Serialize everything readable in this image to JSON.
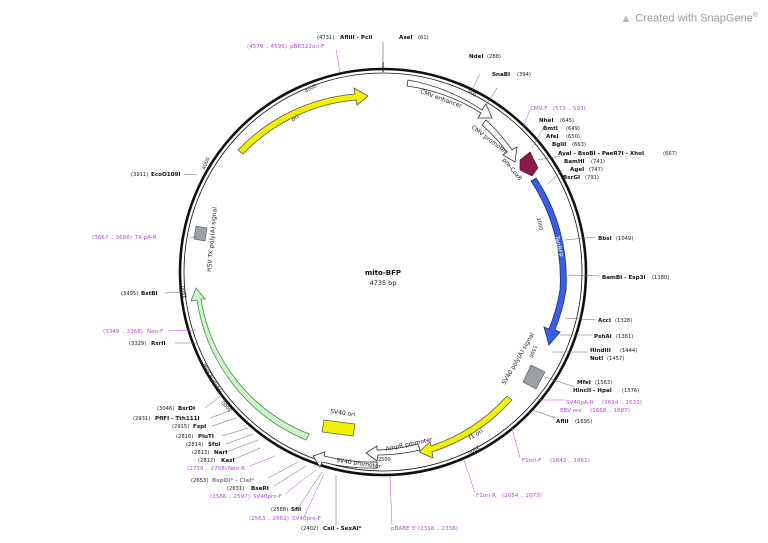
{
  "brand": {
    "text": "Created with SnapGene",
    "mark": "®"
  },
  "map": {
    "name": "mito-BFP",
    "size": "4735 bp"
  },
  "colors": {
    "backbone": "#111111",
    "primer": "#b44ad8",
    "ori": "#f2f200",
    "tagbfp": "#3b5fe0",
    "neo": "#ccf5cc",
    "cox8": "#8a1a4a",
    "gray": "#9aa0a6"
  },
  "ticks": [
    "500",
    "1000",
    "1500",
    "2000",
    "2500",
    "3000",
    "3500",
    "4000",
    "4500"
  ],
  "features": [
    {
      "label": "CMV enhancer"
    },
    {
      "label": "CMV promoter"
    },
    {
      "label": "pre-Cox8"
    },
    {
      "label": "TagBFP"
    },
    {
      "label": "SV40 poly(A) signal"
    },
    {
      "label": "f1 ori"
    },
    {
      "label": "AmpR promoter"
    },
    {
      "label": "SV40 promoter"
    },
    {
      "label": "SV40 ori"
    },
    {
      "label": "NeoR/KanR"
    },
    {
      "label": "HSV TK poly(A) signal"
    },
    {
      "label": "ori"
    }
  ],
  "sites_top": [
    {
      "pos": "(4731)",
      "name": "AflIII - PciI"
    },
    {
      "pos": "(61)",
      "name": "AseI"
    }
  ],
  "sites_right": [
    {
      "name": "NdeI",
      "pos": "(288)",
      "type": "enzyme"
    },
    {
      "name": "SnaBI",
      "pos": "(394)",
      "type": "enzyme"
    },
    {
      "name": "CMV-F",
      "pos": "(573 .. 593)",
      "type": "primer"
    },
    {
      "name": "NheI",
      "pos": "(645)",
      "type": "enzyme"
    },
    {
      "name": "BmtI",
      "pos": "(649)",
      "type": "enzyme"
    },
    {
      "name": "AfeI",
      "pos": "(650)",
      "type": "enzyme"
    },
    {
      "name": "BglII",
      "pos": "(663)",
      "type": "enzyme"
    },
    {
      "name": "AvaI - BsoBI - PaeR7I - XhoI",
      "pos": "(667)",
      "type": "enzyme"
    },
    {
      "name": "BamHI",
      "pos": "(741)",
      "type": "enzyme"
    },
    {
      "name": "AgeI",
      "pos": "(747)",
      "type": "enzyme"
    },
    {
      "name": "BsrGI",
      "pos": "(791)",
      "type": "enzyme"
    },
    {
      "name": "BbsI",
      "pos": "(1049)",
      "type": "enzyme"
    },
    {
      "name": "BamBI - Esp3I",
      "pos": "(1180)",
      "type": "enzyme"
    },
    {
      "name": "AccI",
      "pos": "(1328)",
      "type": "enzyme"
    },
    {
      "name": "PshAI",
      "pos": "(1381)",
      "type": "enzyme"
    },
    {
      "name": "HindIII",
      "pos": "(1444)",
      "type": "enzyme"
    },
    {
      "name": "NotI",
      "pos": "(1457)",
      "type": "enzyme"
    },
    {
      "name": "MfeI",
      "pos": "(1563)",
      "type": "enzyme"
    },
    {
      "name": "HincII - HpaI",
      "pos": "(1576)",
      "type": "enzyme"
    },
    {
      "name": "SV40pA-R",
      "pos": "(1614 .. 1633)",
      "type": "primer"
    },
    {
      "name": "EBV-rev",
      "pos": "(1668 .. 1687)",
      "type": "primer"
    },
    {
      "name": "AflII",
      "pos": "(1695)",
      "type": "enzyme"
    },
    {
      "name": "F1ori-F",
      "pos": "(1842 .. 1861)",
      "type": "primer"
    },
    {
      "name": "F1ori-R",
      "pos": "(2054 .. 2073)",
      "type": "primer"
    },
    {
      "name": "pBABE 3'",
      "pos": "(2316 .. 2336)",
      "type": "primer"
    }
  ],
  "sites_left": [
    {
      "pos": "(4576 .. 4595)",
      "name": "pBR322ori-F",
      "type": "primer"
    },
    {
      "pos": "(3911)",
      "name": "EcoO109I",
      "type": "enzyme"
    },
    {
      "pos": "(3667 .. 3686)",
      "name": "TK-pA-R",
      "type": "primer"
    },
    {
      "pos": "(3495)",
      "name": "BstBI",
      "type": "enzyme"
    },
    {
      "pos": "(3349 .. 3368)",
      "name": "Neo-F",
      "type": "primer"
    },
    {
      "pos": "(3329)",
      "name": "RsrII",
      "type": "enzyme"
    },
    {
      "pos": "(3046)",
      "name": "BsrDI",
      "type": "enzyme"
    },
    {
      "pos": "(2931)",
      "name": "PflFI - Tth111I",
      "type": "enzyme"
    },
    {
      "pos": "(2915)",
      "name": "FspI",
      "type": "enzyme"
    },
    {
      "pos": "(2816)",
      "name": "PluTI",
      "type": "enzyme"
    },
    {
      "pos": "(2814)",
      "name": "SfoI",
      "type": "enzyme"
    },
    {
      "pos": "(2813)",
      "name": "NarI",
      "type": "enzyme"
    },
    {
      "pos": "(2812)",
      "name": "KasI",
      "type": "enzyme"
    },
    {
      "pos": "(2739 .. 2758)",
      "name": "Neo-R",
      "type": "primer"
    },
    {
      "pos": "(2653)",
      "name": "BspDI* - ClaI*",
      "type": "gray"
    },
    {
      "pos": "(2631)",
      "name": "BseRI",
      "type": "enzyme"
    },
    {
      "pos": "(2586 .. 2597)",
      "name": "SV40pro-F",
      "type": "primer"
    },
    {
      "pos": "(2588)",
      "name": "SfiI",
      "type": "enzyme"
    },
    {
      "pos": "(2563 .. 2582)",
      "name": "SV40pro-F",
      "type": "primer"
    },
    {
      "pos": "(2402)",
      "name": "CsiI - SexAI*",
      "type": "mixed"
    }
  ]
}
